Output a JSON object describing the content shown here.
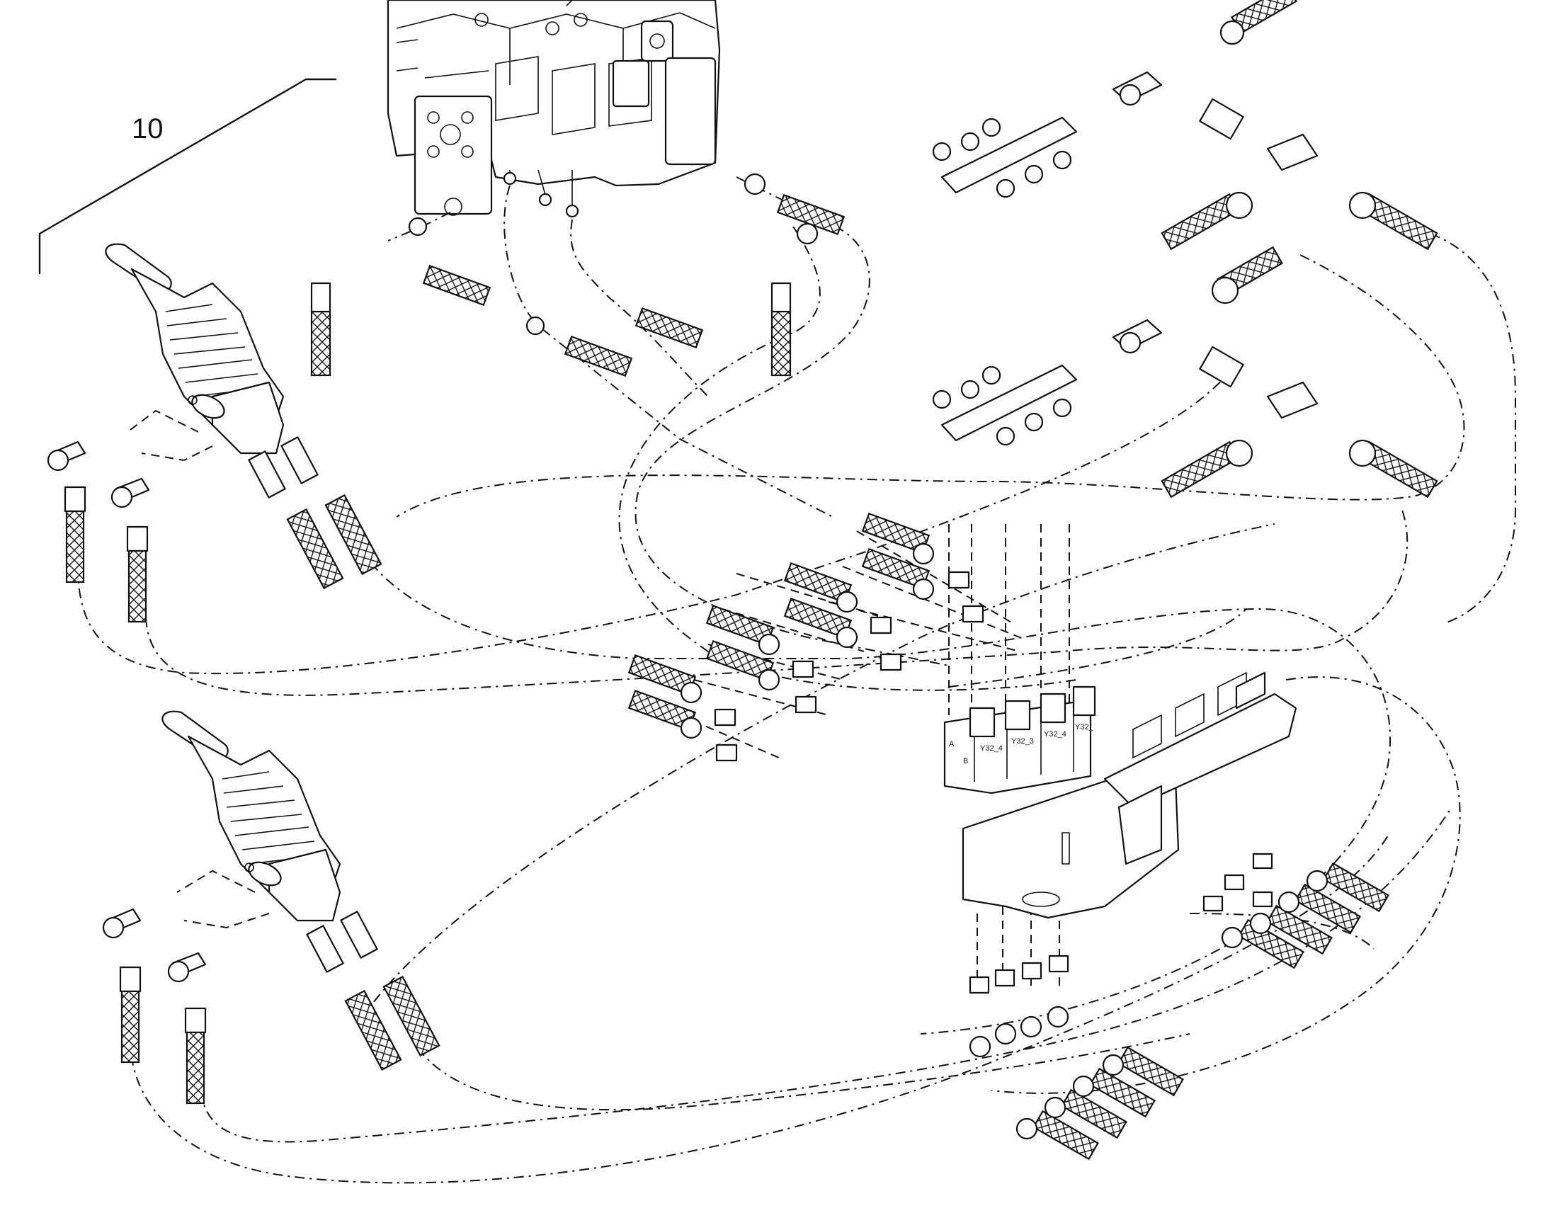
{
  "diagram": {
    "callout_number": "10",
    "manifold_labels": [
      "A",
      "B",
      "Y32_4",
      "Y32_3",
      "Y32_4",
      "Y32_"
    ]
  }
}
